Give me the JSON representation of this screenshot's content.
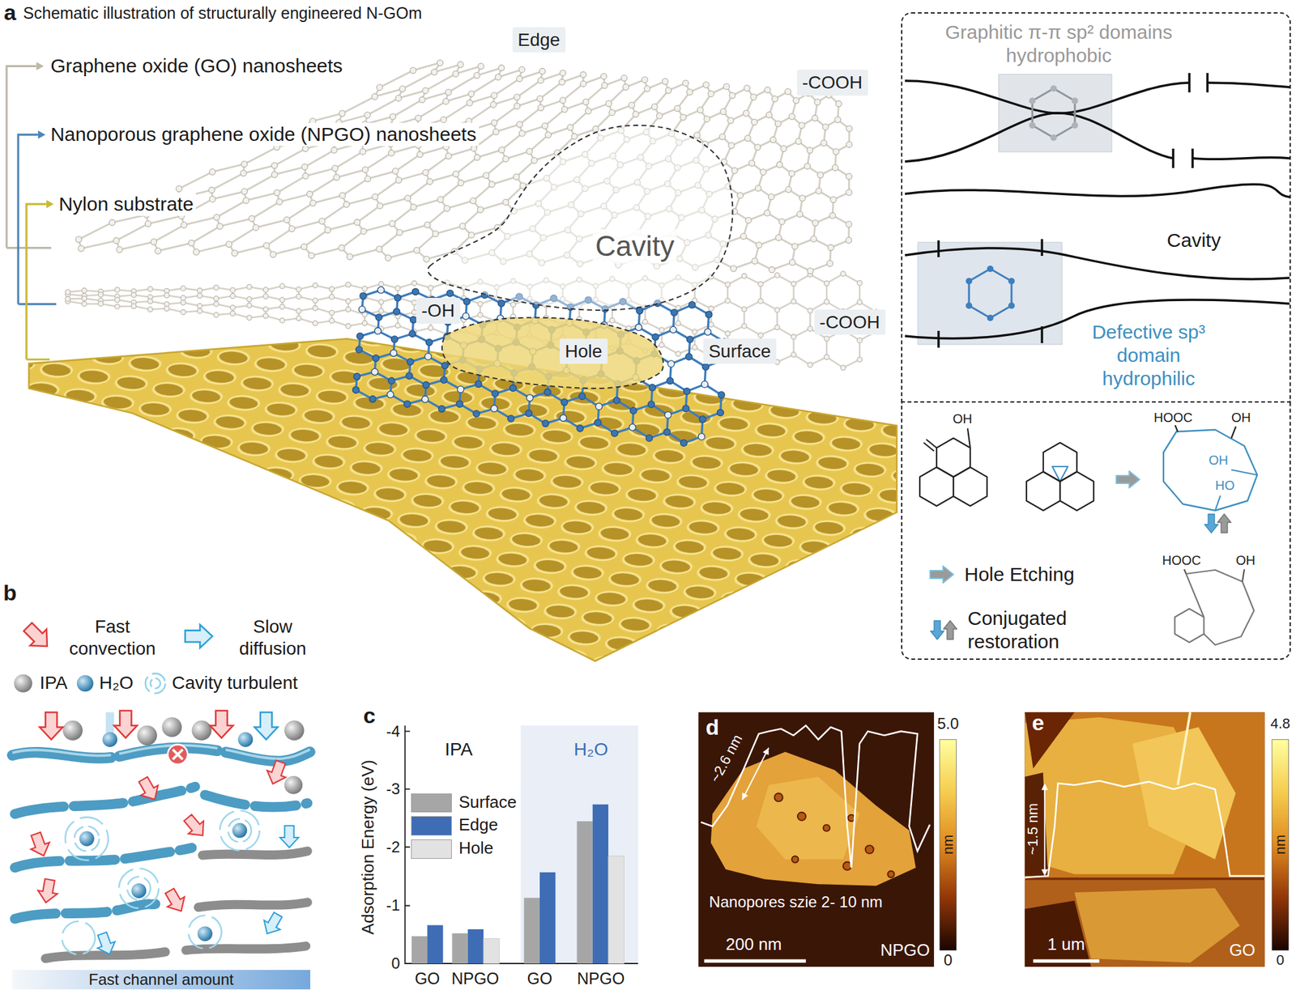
{
  "diagram": {
    "nodes": [
      {
        "text": [
          "Edge"
        ]
      },
      {
        "text": [
          "-COOH"
        ]
      },
      {
        "text": [
          "-OH"
        ]
      },
      {
        "text": [
          "Hole"
        ]
      },
      {
        "text": [
          "Surface"
        ]
      },
      {
        "text": [
          "-COOH"
        ]
      },
      {
        "text": [
          "Graphitic π-π sp² domains hydrophobic",
          "Cavity",
          "Defective sp³ domain hydrophilic"
        ]
      },
      {
        "text": [
          "OH",
          "HOOC",
          "OH",
          "OH",
          "HO",
          "HOOC",
          "OH",
          "Hole Etching",
          "Conjugated restoration"
        ]
      },
      {
        "text": [
          "Fast channel amount"
        ]
      }
    ],
    "labels": [
      "a",
      "Schematic illustration of structurally engineered N-GOm",
      "Graphene oxide (GO) nanosheets",
      "Nanoporous graphene oxide (NPGO) nanosheets",
      "Nylon substrate",
      "Cavity",
      "b",
      "c",
      "-4",
      "-3",
      "-2",
      "-1",
      "0",
      "Adsorption Energy (eV)",
      "IPA",
      "H₂O",
      "GO",
      "NPGO",
      "GO",
      "NPGO",
      "d",
      "~2.6 nm",
      "Nanopores szie 2- 10 nm",
      "200 nm",
      "NPGO",
      "5.0",
      "0",
      "nm",
      "e",
      "~1.5 nm",
      "1 um",
      "GO",
      "4.8",
      "0",
      "nm"
    ],
    "legend": [
      {
        "text": "Fast convection"
      },
      {
        "text": "Slow diffusion"
      },
      {
        "text": "IPA"
      },
      {
        "text": "H₂O"
      },
      {
        "text": "Cavity turbulent"
      },
      {
        "text": "Surface",
        "color": "#a6a6a6"
      },
      {
        "text": "Edge",
        "color": "#3e6db5"
      },
      {
        "text": "Hole",
        "color": "#e2e2e2"
      }
    ]
  }
}
